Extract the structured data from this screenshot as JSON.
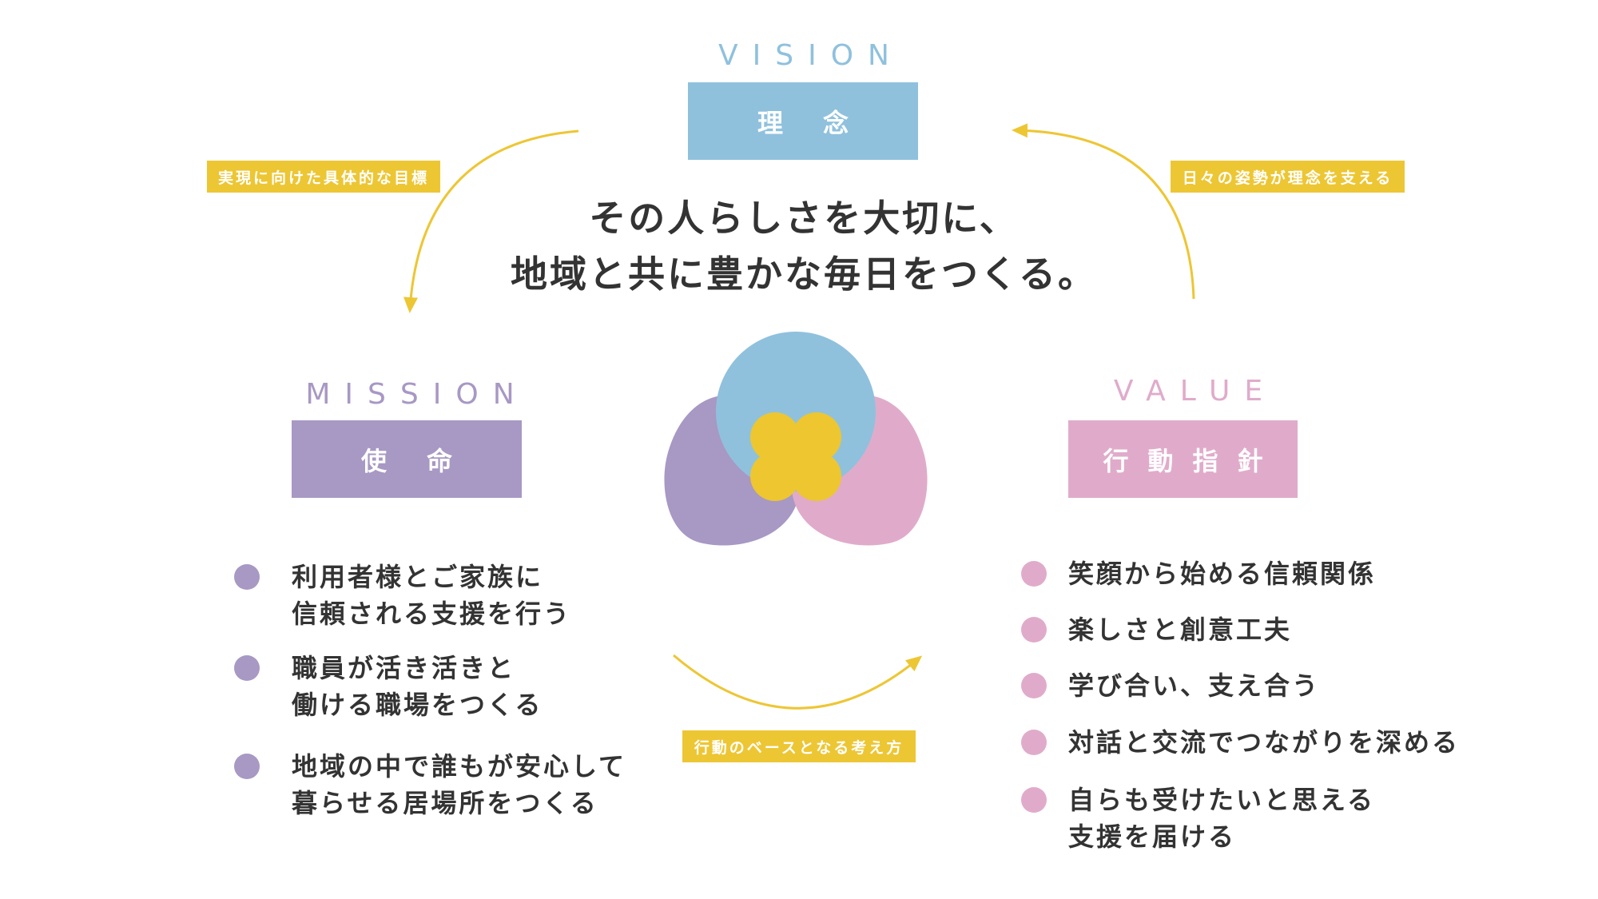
{
  "vision": {
    "label": "VISION",
    "title": "理念",
    "color": "#8fc1dd"
  },
  "mission": {
    "label": "MISSION",
    "title": "使命",
    "color": "#a898c4",
    "items": [
      {
        "line1": "利用者様とご家族に",
        "line2": "信頼される支援を行う"
      },
      {
        "line1": "職員が活き活きと",
        "line2": "働ける職場をつくる"
      },
      {
        "line1": "地域の中で誰もが安心して",
        "line2": "暮らせる居場所をつくる"
      }
    ]
  },
  "value": {
    "label": "VALUE",
    "title": "行動指針",
    "color": "#e0abca",
    "items": [
      {
        "line1": "笑顔から始める信頼関係"
      },
      {
        "line1": "楽しさと創意工夫"
      },
      {
        "line1": "学び合い、支え合う"
      },
      {
        "line1": "対話と交流でつながりを深める"
      },
      {
        "line1": "自らも受けたいと思える",
        "line2": "支援を届ける"
      }
    ]
  },
  "statement": {
    "line1": "その人らしさを大切に、",
    "line2": "地域と共に豊かな毎日をつくる。"
  },
  "cycle_labels": {
    "left": "実現に向けた具体的な目標",
    "right": "日々の姿勢が理念を支える",
    "bottom": "行動のベースとなる考え方"
  },
  "colors": {
    "accent": "#edc634",
    "flower_center": "#edc630",
    "text": "#333333"
  }
}
